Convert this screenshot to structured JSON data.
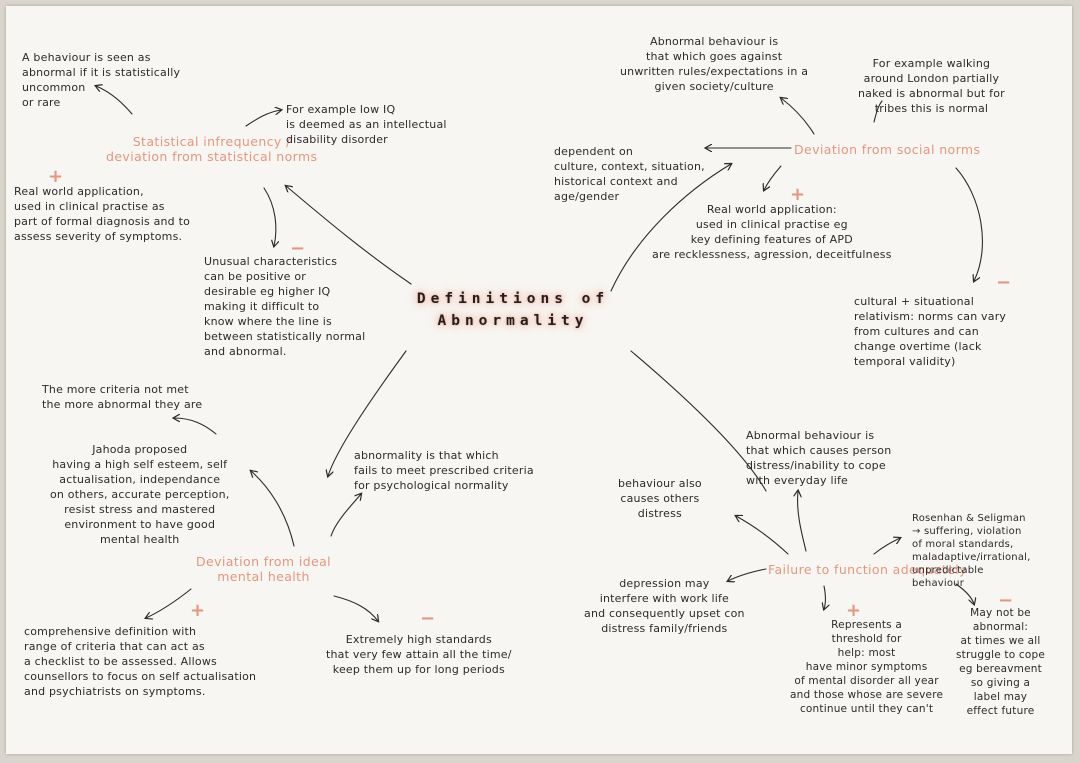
{
  "title": "Definitions of\nAbnormality",
  "statistical": {
    "heading": "Statistical infrequency /\ndeviation from statistical norms",
    "definition": "A behaviour is seen as\nabnormal if it is statistically\nuncommon\nor rare",
    "example": "For example low IQ\nis deemed as an intellectual\ndisability disorder",
    "plus_symbol": "+",
    "plus_text": "Real world application,\nused in clinical practise as\npart of formal diagnosis and to\nassess severity of symptoms.",
    "minus_symbol": "−",
    "minus_text": "Unusual characteristics\ncan be positive or\ndesirable eg higher IQ\nmaking it difficult to\nknow where the line is\nbetween statistically normal\nand abnormal."
  },
  "social": {
    "heading": "Deviation from social norms",
    "definition": "Abnormal behaviour is\nthat which goes against\nunwritten rules/expectations in a\ngiven society/culture",
    "example": "For example walking\naround London partially\nnaked is abnormal but for\ntribes this is normal",
    "dependent": "dependent on\nculture, context, situation,\nhistorical context and\nage/gender",
    "plus_symbol": "+",
    "plus_text": "Real world application:\nused in clinical practise eg\nkey defining features of APD\nare recklessness, agression, deceitfulness",
    "minus_symbol": "−",
    "minus_text": "cultural + situational\nrelativism: norms can vary\nfrom cultures and can\nchange overtime (lack\ntemporal validity)"
  },
  "ideal": {
    "heading": "Deviation from ideal\nmental health",
    "definition": "abnormality is that which\nfails to meet prescribed criteria\nfor psychological normality",
    "jahoda": "Jahoda proposed\nhaving a high self esteem, self\nactualisation, independance\non others, accurate perception,\nresist stress and mastered\nenvironment to have good\nmental health",
    "criteria": "The more criteria not met\nthe more abnormal they are",
    "plus_symbol": "+",
    "plus_text": "comprehensive definition with\nrange of criteria that can act as\na checklist to be assessed. Allows\ncounsellors to focus on self actualisation\nand psychiatrists on symptoms.",
    "minus_symbol": "−",
    "minus_text": "Extremely high standards\nthat very few attain all the time/\nkeep them up for long periods"
  },
  "failure": {
    "heading": "Failure to function adequately",
    "definition": "Abnormal behaviour is\nthat which causes person\ndistress/inability to cope\nwith everyday life",
    "others": "behaviour also\ncauses others\ndistress",
    "rosenhan": "Rosenhan & Seligman\n→ suffering, violation\nof moral standards,\nmaladaptive/irrational,\nunpredictable\nbehaviour",
    "depression": "depression may\ninterfere with work life\nand consequently upset con\ndistress family/friends",
    "plus_symbol": "+",
    "plus_text": "Represents a\nthreshold for\nhelp: most\nhave minor symptoms\nof mental disorder all year\nand those whose are severe\ncontinue until they can't",
    "minus_symbol": "−",
    "minus_text": "May not be\nabnormal:\nat times we all\nstruggle to cope\neg bereavment\nso giving a\nlabel may\neffect future"
  }
}
